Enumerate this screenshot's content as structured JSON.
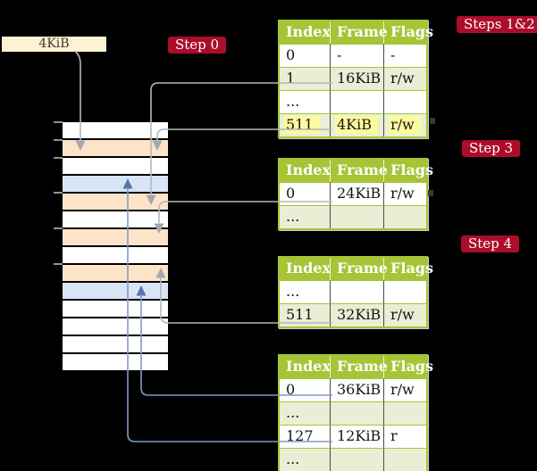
{
  "colors": {
    "green": "#a6c436",
    "row-green": "#e9efd5",
    "orange": "#fde4c8",
    "blue-row": "#d8e5f4",
    "cream": "#fdf2d2",
    "red": "#ab0d2b",
    "highlight": "#fdfa9e",
    "conn-gray": "#b4b7bc",
    "conn-blue": "#7f9bca"
  },
  "frame_box": {
    "label": "4KiB"
  },
  "step_labels": {
    "step0": "Step 0",
    "steps12": "Steps 1&2",
    "step3": "Step 3",
    "step4": "Step 4"
  },
  "memory": {
    "rows": [
      {
        "css": "mem-row c-white"
      },
      {
        "css": "mem-row c-orange"
      },
      {
        "css": "mem-row c-white"
      },
      {
        "css": "mem-row c-blue"
      },
      {
        "css": "mem-row c-orange"
      },
      {
        "css": "mem-row c-white"
      },
      {
        "css": "mem-row c-orange"
      },
      {
        "css": "mem-row c-white"
      },
      {
        "css": "mem-row c-orange"
      },
      {
        "css": "mem-row c-blue"
      },
      {
        "css": "mem-row c-white"
      },
      {
        "css": "mem-row c-white"
      },
      {
        "css": "mem-row c-white"
      },
      {
        "css": "mem-row c-white"
      }
    ]
  },
  "tables": {
    "t1": {
      "headers": [
        "Index",
        "Frame",
        "Flags"
      ],
      "rows": [
        [
          "0",
          "-",
          "-"
        ],
        [
          "1",
          "16KiB",
          "r/w"
        ],
        [
          "...",
          "",
          ""
        ],
        [
          "511",
          "4KiB",
          "r/w"
        ]
      ],
      "highlighted_row_index": 3
    },
    "t2": {
      "headers": [
        "Index",
        "Frame",
        "Flags"
      ],
      "rows": [
        [
          "0",
          "24KiB",
          "r/w"
        ],
        [
          "...",
          "",
          ""
        ]
      ]
    },
    "t3": {
      "headers": [
        "Index",
        "Frame",
        "Flags"
      ],
      "rows": [
        [
          "...",
          "",
          ""
        ],
        [
          "511",
          "32KiB",
          "r/w"
        ]
      ]
    },
    "t4": {
      "headers": [
        "Index",
        "Frame",
        "Flags"
      ],
      "rows": [
        [
          "0",
          "36KiB",
          "r/w"
        ],
        [
          "...",
          "",
          ""
        ],
        [
          "127",
          "12KiB",
          "r"
        ],
        [
          "...",
          "",
          ""
        ]
      ]
    }
  }
}
